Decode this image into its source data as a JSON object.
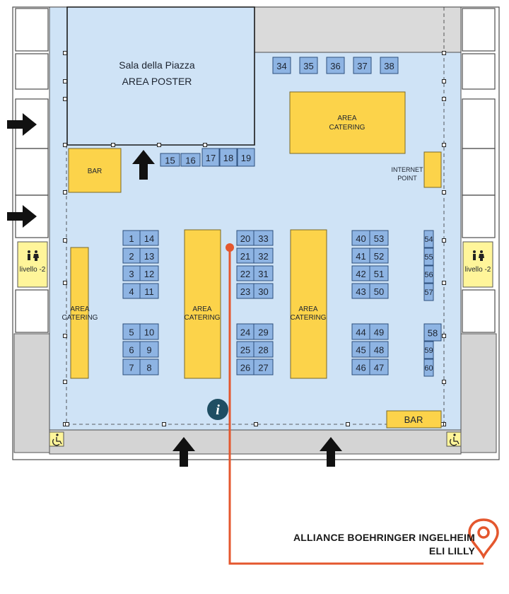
{
  "hall": {
    "poster_room_name": "Sala della Piazza",
    "poster_room_label": "AREA POSTER",
    "catering_label_line1": "AREA",
    "catering_label_line2": "CATERING",
    "bar_label": "BAR",
    "internet_label_line1": "INTERNET",
    "internet_label_line2": "POINT",
    "level_label": "livello -2",
    "info_symbol": "i"
  },
  "booths": [
    "1",
    "2",
    "3",
    "4",
    "5",
    "6",
    "7",
    "8",
    "9",
    "10",
    "11",
    "12",
    "13",
    "14",
    "15",
    "16",
    "17",
    "18",
    "19",
    "20",
    "21",
    "22",
    "23",
    "24",
    "25",
    "26",
    "27",
    "28",
    "29",
    "30",
    "31",
    "32",
    "33",
    "34",
    "35",
    "36",
    "37",
    "38",
    "40",
    "41",
    "42",
    "43",
    "44",
    "45",
    "46",
    "47",
    "48",
    "49",
    "50",
    "51",
    "52",
    "53",
    "54",
    "55",
    "56",
    "57",
    "58",
    "59",
    "60"
  ],
  "exhibitor": {
    "line1": "ALLIANCE BOEHRINGER INGELHEIM",
    "line2": "ELI LILLY"
  },
  "colors": {
    "hall_floor": "#cfe3f6",
    "booth": "#8eb4e3",
    "catering": "#fcd34a",
    "route": "#e4572e",
    "info_badge": "#1f4e63"
  },
  "icons": [
    "entrance-arrow-icon",
    "restroom-icon",
    "accessible-icon",
    "info-icon",
    "location-pin-icon"
  ]
}
